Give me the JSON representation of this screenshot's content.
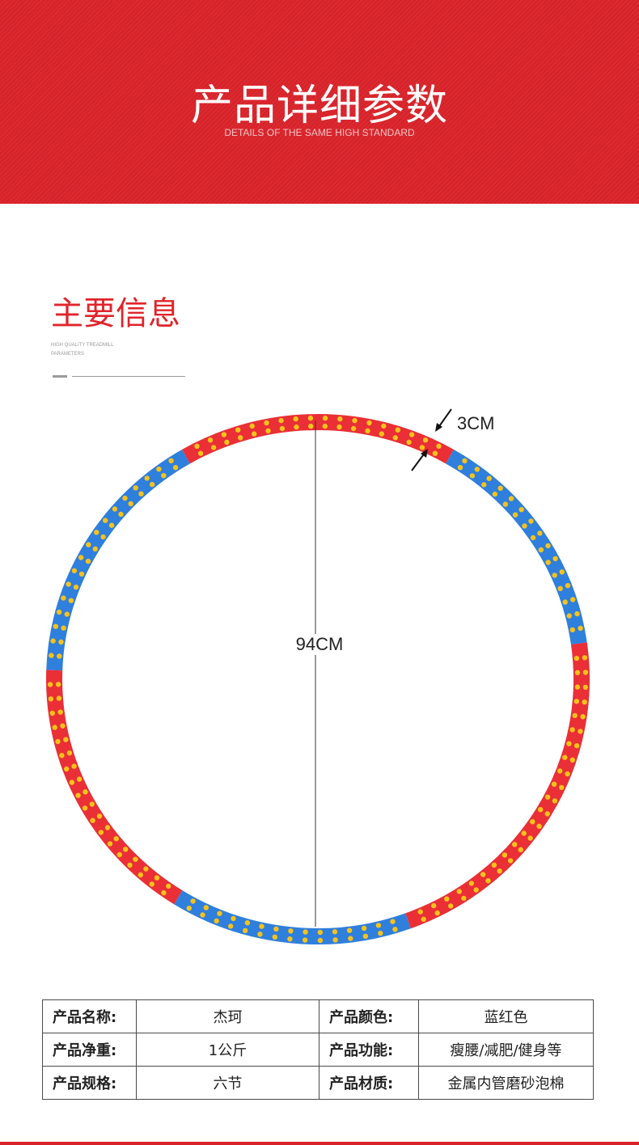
{
  "banner": {
    "title": "产品详细参数",
    "subtitle": "DETAILS OF THE SAME HIGH STANDARD"
  },
  "section": {
    "title": "主要信息",
    "subtitle_line1": "HIGH QUALITY TREADMILL",
    "subtitle_line2": "PARAMETERS"
  },
  "product": {
    "diameter_label": "94CM",
    "tube_width_label": "3CM",
    "colors": {
      "red": "#ea2f36",
      "blue": "#2f7fdc",
      "dot": "#f7c21b"
    }
  },
  "specs": {
    "rows": [
      {
        "key1": "产品名称:",
        "val1": "杰珂",
        "key2": "产品颜色:",
        "val2": "蓝红色"
      },
      {
        "key1": "产品净重:",
        "val1": "1公斤",
        "key2": "产品功能:",
        "val2": "瘦腰/减肥/健身等"
      },
      {
        "key1": "产品规格:",
        "val1": "六节",
        "key2": "产品材质:",
        "val2": "金属内管磨砂泡棉"
      }
    ]
  },
  "theme": {
    "accent": "#d8232a",
    "title_red": "#e0242a"
  }
}
